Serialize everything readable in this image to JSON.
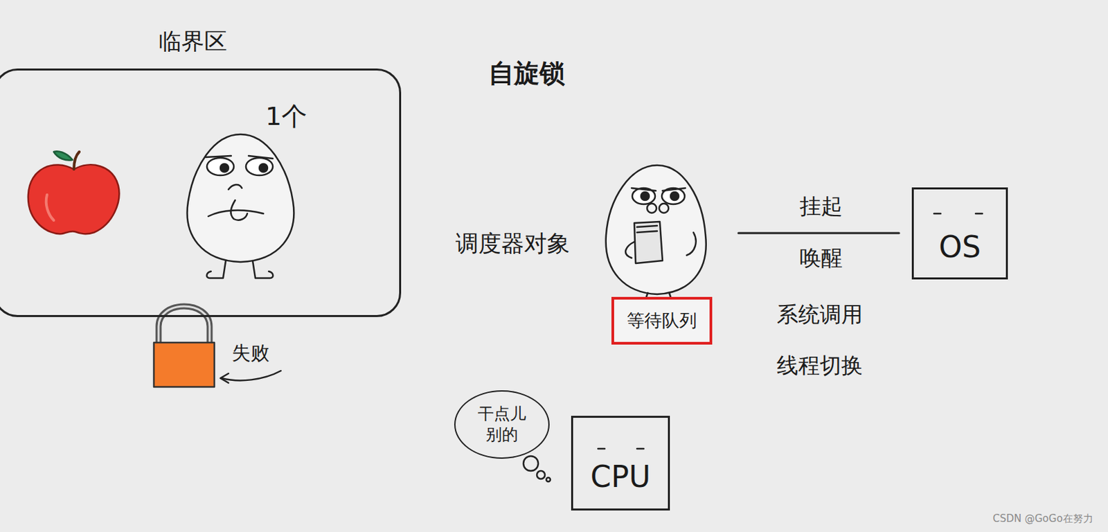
{
  "diagram": {
    "title": "自旋锁",
    "nodes": [
      {
        "text": [
          "临界区"
        ]
      },
      {
        "text": [
          "等待队列"
        ]
      },
      {
        "text": [
          "OS"
        ]
      },
      {
        "text": [
          "干点儿 别的"
        ]
      },
      {
        "text": [
          "CPU"
        ]
      }
    ],
    "labels": [
      "1个",
      "失败",
      "调度器对象",
      "挂起",
      "唤醒",
      "系统调用",
      "线程切换",
      "CSDN @GoGo在努力"
    ]
  }
}
